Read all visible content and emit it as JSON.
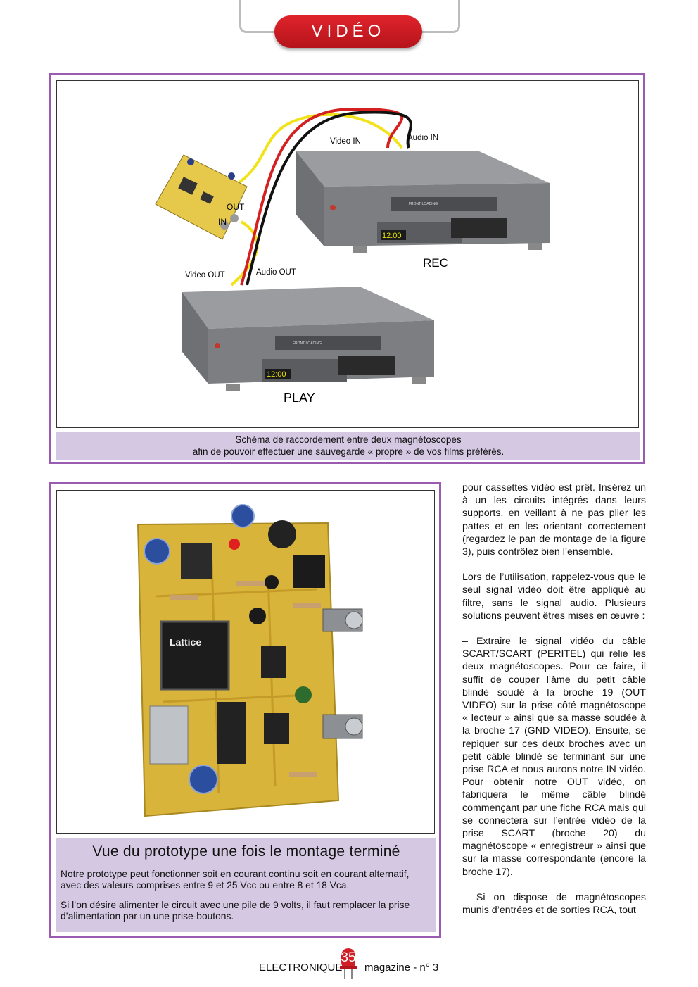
{
  "header": {
    "section": "VIDÉO"
  },
  "figure1": {
    "labels": {
      "video_in": "Video IN",
      "audio_in": "Audio IN",
      "out": "OUT",
      "in": "IN",
      "video_out": "Video OUT",
      "audio_out": "Audio OUT",
      "rec": "REC",
      "play": "PLAY",
      "front_loading": "FRONT LOADING",
      "time": "12:00"
    },
    "caption_line1": "Schéma de raccordement entre deux magnétoscopes",
    "caption_line2": "afin de pouvoir effectuer une sauvegarde « propre » de vos films préférés."
  },
  "figure2": {
    "chip_label": "Lattice",
    "title": "Vue du prototype une fois le montage terminé",
    "para1": "Notre prototype peut fonctionner soit en courant continu soit en courant alternatif, avec des valeurs comprises entre 9 et 25 Vcc ou entre 8 et 18 Vca.",
    "para2": "Si l’on désire alimenter le circuit avec une pile de 9 volts, il faut remplacer la prise d’alimentation par un une prise-boutons."
  },
  "column": {
    "p1": "pour cassettes vidéo est prêt. Insérez un à un les circuits intégrés dans leurs supports, en veillant à ne pas plier les pattes et en les orientant correctement (regardez le pan de montage de la figure 3), puis contrôlez bien l’ensemble.",
    "p2": "Lors de l’utilisation, rappelez-vous que le seul signal vidéo doit être appliqué au filtre, sans le signal audio. Plusieurs solutions peuvent êtres mises en œuvre :",
    "p3": "– Extraire le signal vidéo du câble SCART/SCART (PERITEL) qui relie les deux magnétoscopes. Pour ce faire, il suffit de couper l’âme du petit câble blindé soudé à la broche 19 (OUT VIDEO) sur la prise côté magnétoscope « lecteur » ainsi que sa masse soudée à la broche 17 (GND VIDEO). Ensuite, se repiquer sur ces deux broches avec un petit câble blindé se terminant sur une prise RCA et nous aurons notre IN vidéo. Pour obtenir notre OUT vidéo, on fabriquera le même câble blindé commençant par une fiche RCA mais qui se connectera sur l’entrée vidéo de la prise SCART (broche 20) du magnétoscope « enregistreur » ainsi que sur la masse correspondante (encore la broche 17).",
    "p4": "– Si on dispose de magnétoscopes munis d’entrées et de sorties RCA, tout"
  },
  "footer": {
    "left": "ELECTRONIQUE",
    "page": "35",
    "right": "magazine - n° 3"
  },
  "colors": {
    "accent_purple": "#9a5bb0",
    "caption_bg": "#d5c8e3",
    "banner_red": "#d01e26"
  }
}
